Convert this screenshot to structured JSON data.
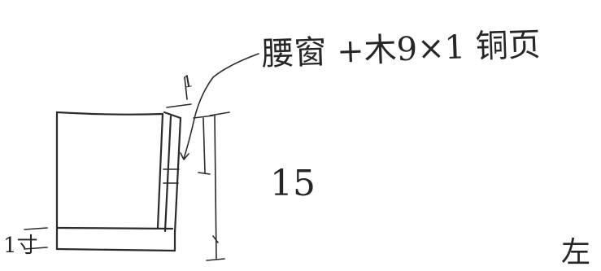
{
  "annotation": {
    "label": "腰窗 +木9×1 铜页"
  },
  "dimensions": {
    "top_small": "1",
    "height": "15",
    "bottom_left": "1寸"
  },
  "corner_mark": "左",
  "colors": {
    "ink": "#2b2b2b",
    "paper": "#ffffff"
  }
}
